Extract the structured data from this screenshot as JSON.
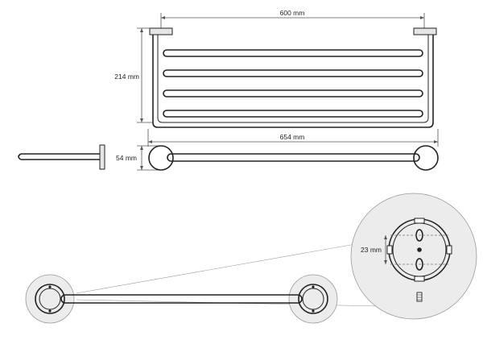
{
  "dimensions": {
    "width_label": "600 mm",
    "height_label": "214 mm",
    "overall_width_label": "654 mm",
    "depth_label": "54 mm",
    "mount_spacing_label": "23 mm"
  },
  "colors": {
    "line": "#222222",
    "dimension": "#555555",
    "halo_fill": "#ececec",
    "background": "#ffffff"
  }
}
